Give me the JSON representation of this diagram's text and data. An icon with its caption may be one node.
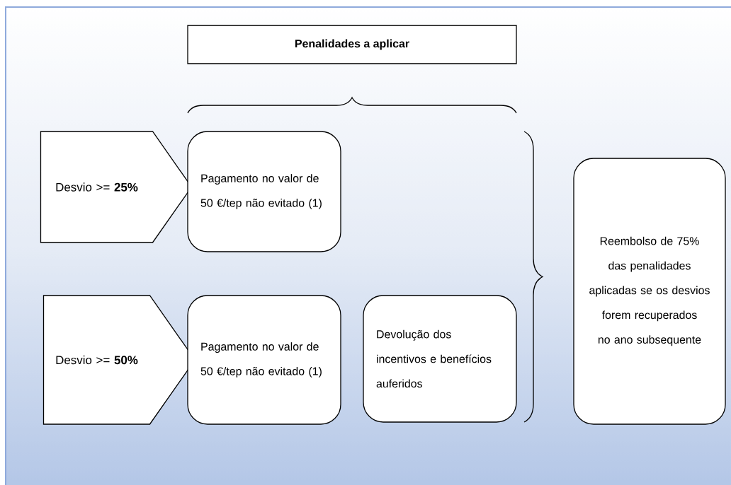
{
  "diagram": {
    "nodes": [
      {
        "text": [
          "Penalidades a aplicar"
        ]
      },
      {
        "text": [
          "Desvio >= **25%**"
        ]
      },
      {
        "text": [
          "Pagamento no valor de 50 €/tep não evitado (1)"
        ]
      },
      {
        "text": [
          "Desvio >= **50%**"
        ]
      },
      {
        "text": [
          "Pagamento no valor de 50 €/tep não evitado (1)"
        ]
      },
      {
        "text": [
          "Devolução dos incentivos e benefícios auferidos"
        ]
      },
      {
        "text": [
          "Reembolso de 75% das penalidades aplicadas se os desvios forem recuperados no ano subsequente"
        ]
      }
    ]
  }
}
